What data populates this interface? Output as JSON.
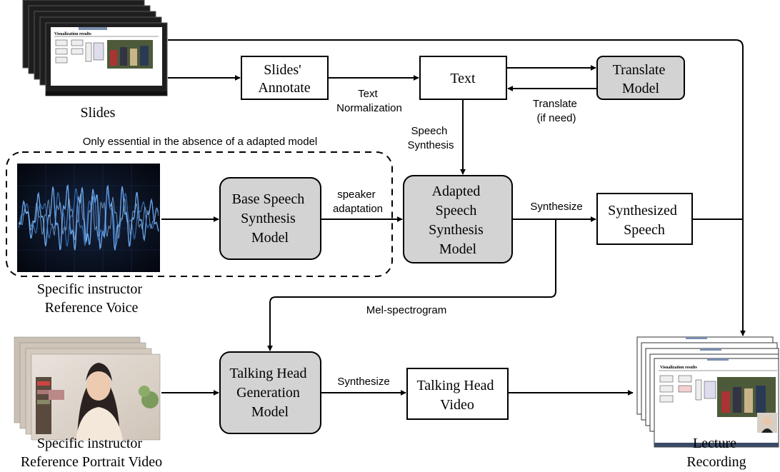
{
  "nodes": {
    "slides_annotate": [
      "Slides'",
      "Annotate"
    ],
    "text": [
      "Text"
    ],
    "translate_model": [
      "Translate",
      "Model"
    ],
    "base_speech": [
      "Base Speech",
      "Synthesis",
      "Model"
    ],
    "adapted_speech": [
      "Adapted",
      "Speech",
      "Synthesis",
      "Model"
    ],
    "synthesized_speech": [
      "Synthesized",
      "Speech"
    ],
    "talking_head_model": [
      "Talking Head",
      "Generation",
      "Model"
    ],
    "talking_head_video": [
      "Talking Head",
      "Video"
    ]
  },
  "captions": {
    "slides": "Slides",
    "reference_voice": [
      "Specific instructor",
      "Reference Voice"
    ],
    "reference_portrait": [
      "Specific instructor",
      "Reference Portrait Video"
    ],
    "lecture": [
      "Lecture",
      "Recording"
    ]
  },
  "edge_labels": {
    "text_normalization": [
      "Text",
      "Normalization"
    ],
    "translate_if_need": [
      "Translate",
      "(if need)"
    ],
    "speech_synthesis": [
      "Speech",
      "Synthesis"
    ],
    "speaker_adaptation": [
      "speaker",
      "adaptation"
    ],
    "synthesize_1": "Synthesize",
    "mel_spectrogram": "Mel-spectrogram",
    "synthesize_2": "Synthesize"
  },
  "dashed_note": "Only essential in the absence of a adapted model",
  "thumbnails": {
    "slide_header": "Visualization results"
  },
  "colors": {
    "gray_box": "#d3d3d3",
    "slide_frame": "#1e1e1e",
    "wave_bg": "#070d1c",
    "wave_line": "#5aa0e6"
  }
}
